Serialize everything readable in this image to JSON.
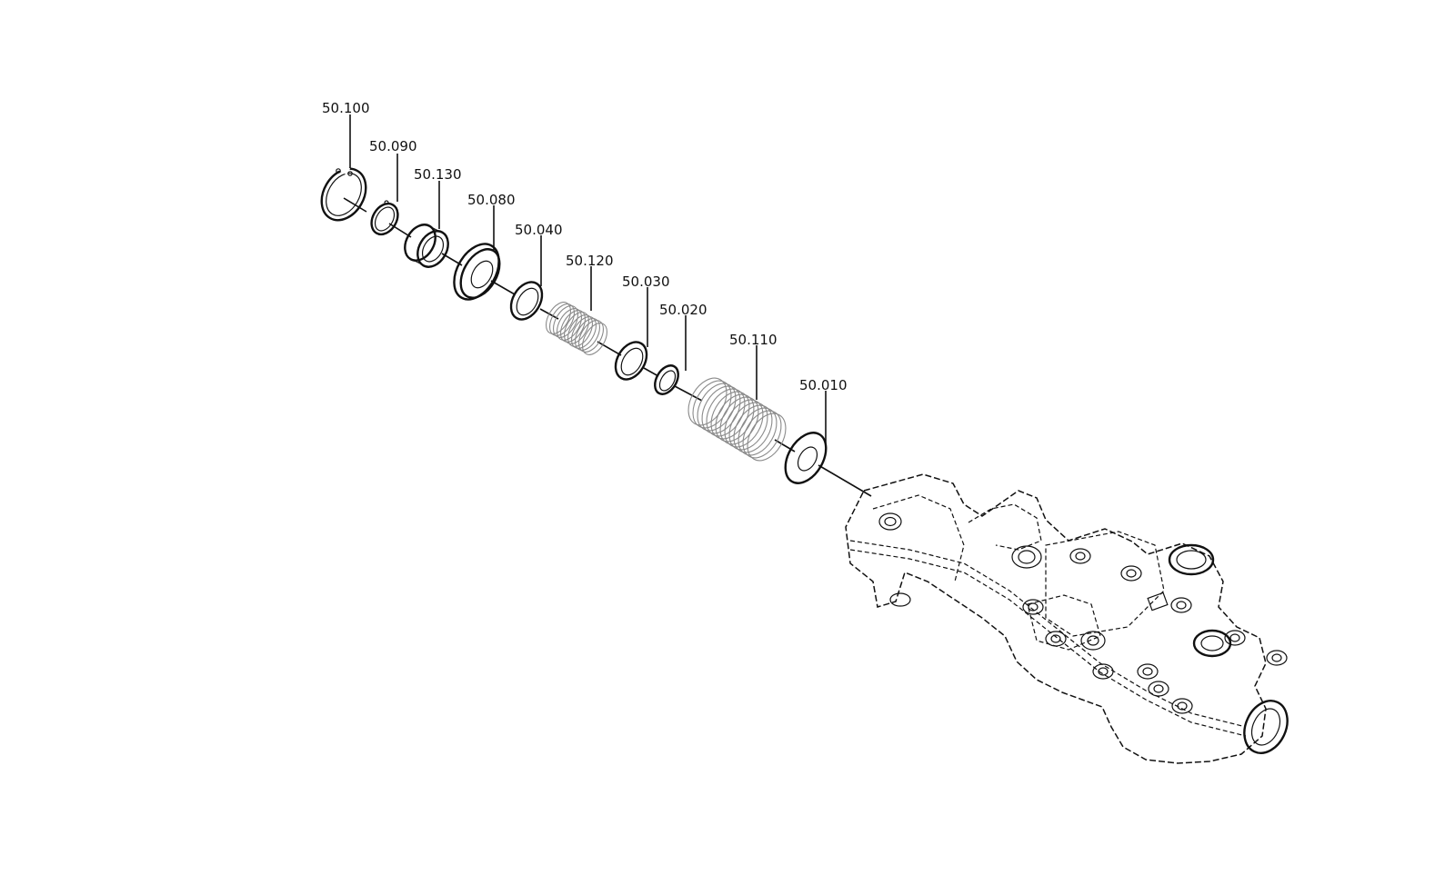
{
  "diagram": {
    "labels": {
      "l_50100": "50.100",
      "l_50090": "50.090",
      "l_50130": "50.130",
      "l_50080": "50.080",
      "l_50040": "50.040",
      "l_50120": "50.120",
      "l_50030": "50.030",
      "l_50020": "50.020",
      "l_50110": "50.110",
      "l_50010": "50.010"
    }
  }
}
